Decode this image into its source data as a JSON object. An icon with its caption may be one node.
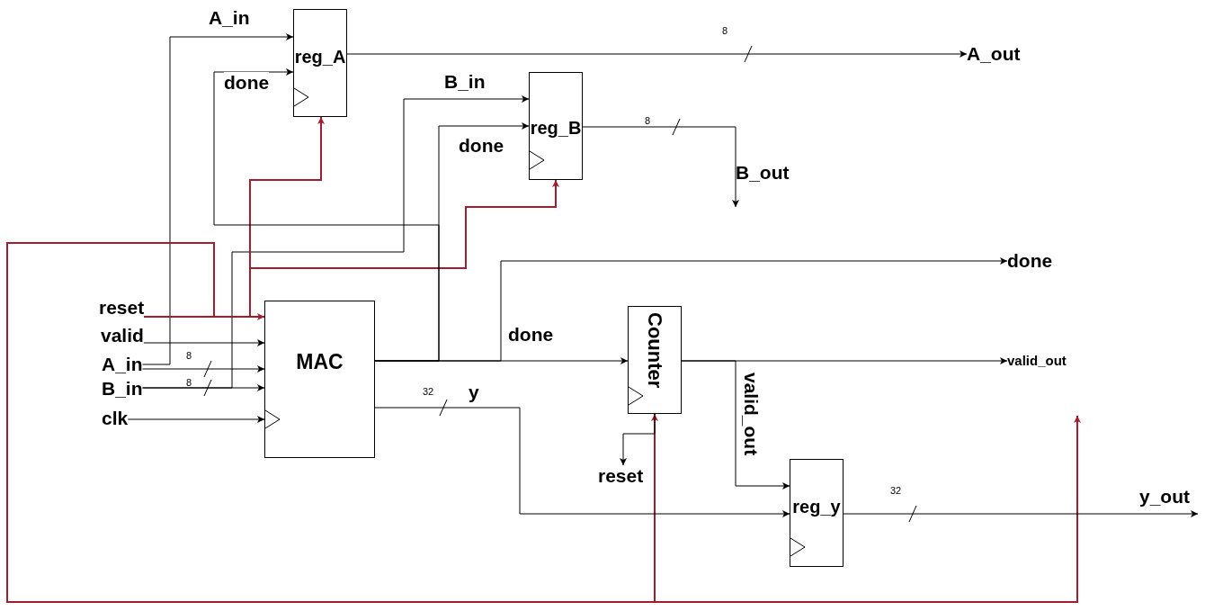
{
  "diagram": {
    "nodes": [
      {
        "text": [
          "reg_A"
        ]
      },
      {
        "text": [
          "A_out"
        ]
      },
      {
        "text": [
          "reg_B"
        ]
      },
      {
        "text": [
          "B_out"
        ]
      },
      {
        "text": [
          "done"
        ]
      },
      {
        "text": [
          "reset"
        ]
      },
      {
        "text": [
          "MAC"
        ]
      },
      {
        "text": [
          "Counter"
        ]
      },
      {
        "text": [
          "valid"
        ]
      },
      {
        "text": [
          "valid_out"
        ]
      },
      {
        "text": [
          "A_in"
        ]
      },
      {
        "text": [
          "B_in"
        ]
      },
      {
        "text": [
          "clk"
        ]
      },
      {
        "text": [
          "reset"
        ]
      },
      {
        "text": [
          "reg_y"
        ]
      },
      {
        "text": [
          "y_out"
        ]
      }
    ],
    "edges": [
      {
        "from": 10,
        "to": 0,
        "arrow": "to",
        "label": "A_in"
      },
      {
        "from": 10,
        "to": 6,
        "arrow": "to"
      },
      {
        "from": 11,
        "to": 2,
        "arrow": "to",
        "label": "B_in"
      },
      {
        "from": 11,
        "to": 6,
        "arrow": "to"
      },
      {
        "from": 8,
        "to": 6,
        "arrow": "to"
      },
      {
        "from": 12,
        "to": 6,
        "arrow": "to"
      },
      {
        "from": 5,
        "to": 6,
        "arrow": "to",
        "color": "#a51d2d"
      },
      {
        "from": 5,
        "to": 0,
        "arrow": "to",
        "color": "#a51d2d"
      },
      {
        "from": 5,
        "to": 2,
        "arrow": "to",
        "color": "#a51d2d"
      },
      {
        "from": 5,
        "to": 7,
        "arrow": "to",
        "color": "#a51d2d"
      },
      {
        "from": 5,
        "to": null,
        "arrow": "to",
        "color": "#a51d2d"
      },
      {
        "from": 6,
        "to": 0,
        "arrow": "to",
        "label": "done"
      },
      {
        "from": 6,
        "to": 2,
        "arrow": "to",
        "label": "done"
      },
      {
        "from": 6,
        "to": 7,
        "arrow": "to",
        "label": "done"
      },
      {
        "from": 6,
        "to": 4,
        "arrow": "to"
      },
      {
        "from": 6,
        "to": 14,
        "arrow": "to",
        "label": "y"
      },
      {
        "from": 0,
        "to": 1,
        "arrow": "to"
      },
      {
        "from": 2,
        "to": 3,
        "arrow": "to"
      },
      {
        "from": 7,
        "to": 9,
        "arrow": "to"
      },
      {
        "from": 7,
        "to": 14,
        "arrow": "to",
        "label": "valid_out"
      },
      {
        "from": 7,
        "to": 13,
        "arrow": "to"
      },
      {
        "from": 14,
        "to": 15,
        "arrow": "to"
      }
    ],
    "labels": [
      "8",
      "8",
      "8",
      "8",
      "32",
      "32"
    ]
  }
}
